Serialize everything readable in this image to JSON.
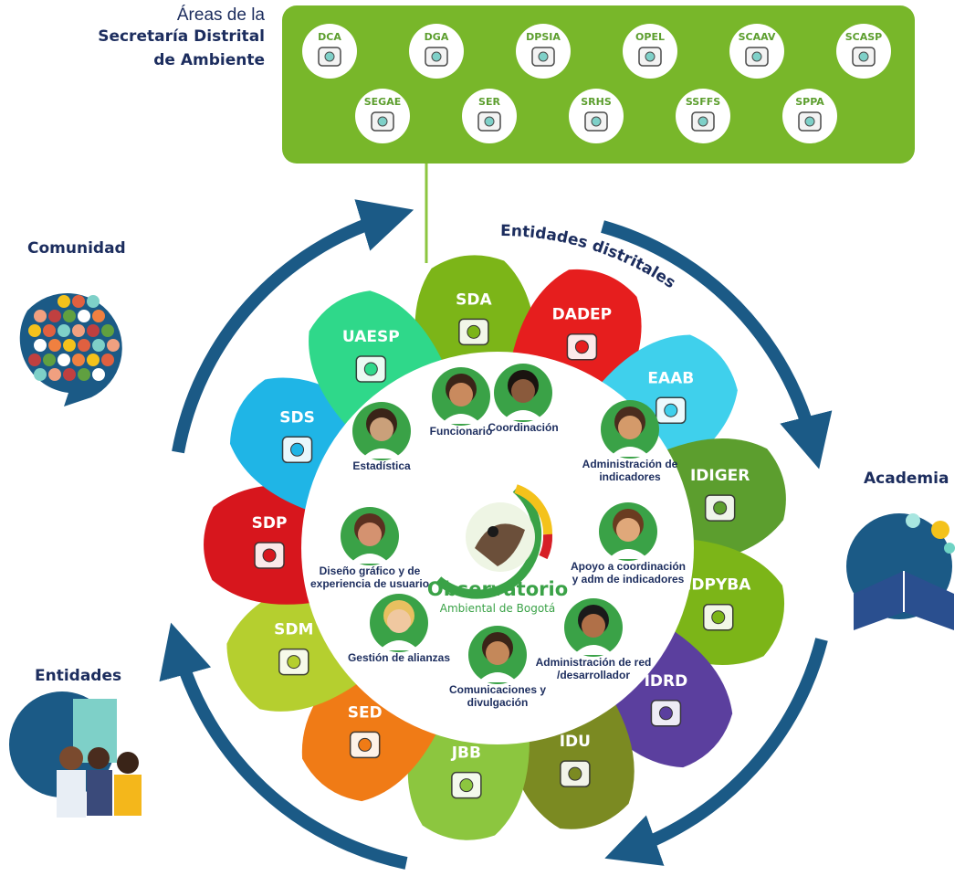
{
  "header": {
    "line1": "Áreas de la",
    "line2": "Secretaría Distrital",
    "line3": "de Ambiente"
  },
  "areas": [
    {
      "code": "DCA",
      "icon": "gear-check-icon"
    },
    {
      "code": "DGA",
      "icon": "handshake-icon"
    },
    {
      "code": "DPSIA",
      "icon": "presentation-board-icon"
    },
    {
      "code": "OPEL",
      "icon": "police-officer-icon"
    },
    {
      "code": "SCAAV",
      "icon": "polluted-air-icon"
    },
    {
      "code": "SCASP",
      "icon": "waste-bag-icon"
    },
    {
      "code": "SEGAE",
      "icon": "eco-building-icon"
    },
    {
      "code": "SER",
      "icon": "ecosystem-cycle-icon"
    },
    {
      "code": "SRHS",
      "icon": "water-landscape-icon"
    },
    {
      "code": "SSFFS",
      "icon": "plants-soil-icon"
    },
    {
      "code": "SPPA",
      "icon": "policy-document-icon"
    }
  ],
  "arc_label": "Entidades distritales",
  "entities": [
    {
      "code": "SDA",
      "color": "#7cb518",
      "icon": "city-globe-icon"
    },
    {
      "code": "DADEP",
      "color": "#e61e1e",
      "icon": "park-tree-bench-icon"
    },
    {
      "code": "EAAB",
      "color": "#3fd0ec",
      "icon": "water-tap-icon"
    },
    {
      "code": "IDIGER",
      "color": "#5c9e2e",
      "icon": "earth-thermometer-icon"
    },
    {
      "code": "IDPYBA",
      "color": "#7cb518",
      "icon": "dog-cat-icon"
    },
    {
      "code": "IDRD",
      "color": "#5b3f9e",
      "icon": "volleyball-player-icon"
    },
    {
      "code": "IDU",
      "color": "#7b8a22",
      "icon": "road-barrier-icon"
    },
    {
      "code": "JBB",
      "color": "#8cc63f",
      "icon": "trees-icon"
    },
    {
      "code": "SED",
      "color": "#f07b16",
      "icon": "brain-book-icon"
    },
    {
      "code": "SDM",
      "color": "#b5cf2f",
      "icon": "bus-icon"
    },
    {
      "code": "SDP",
      "color": "#d7161d",
      "icon": "map-pin-icon"
    },
    {
      "code": "SDS",
      "color": "#1fb5e6",
      "icon": "heart-plus-icon"
    },
    {
      "code": "UAESP",
      "color": "#2fd88a",
      "icon": "recycle-bins-icon"
    }
  ],
  "logo": {
    "title": "Observatorio",
    "subtitle": "Ambiental de Bogotá"
  },
  "roles": [
    {
      "lines": [
        "Funcionario"
      ]
    },
    {
      "lines": [
        "Coordinación"
      ]
    },
    {
      "lines": [
        "Administración de",
        "indicadores"
      ]
    },
    {
      "lines": [
        "Apoyo a coordinación",
        "y adm de indicadores"
      ]
    },
    {
      "lines": [
        "Administración de red",
        "/desarrollador"
      ]
    },
    {
      "lines": [
        "Comunicaciones y",
        "divulgación"
      ]
    },
    {
      "lines": [
        "Gestión de alianzas"
      ]
    },
    {
      "lines": [
        "Diseño gráfico y de",
        "experiencia de usuario"
      ]
    },
    {
      "lines": [
        "Estadística"
      ]
    }
  ],
  "side_groups": {
    "comunidad": "Comunidad",
    "academia": "Academia",
    "entidades": "Entidades"
  },
  "colors": {
    "green_panel": "#78b72a",
    "dark_blue": "#1c2d5e",
    "arrow_blue": "#1b5a86",
    "role_green": "#3aa247"
  }
}
